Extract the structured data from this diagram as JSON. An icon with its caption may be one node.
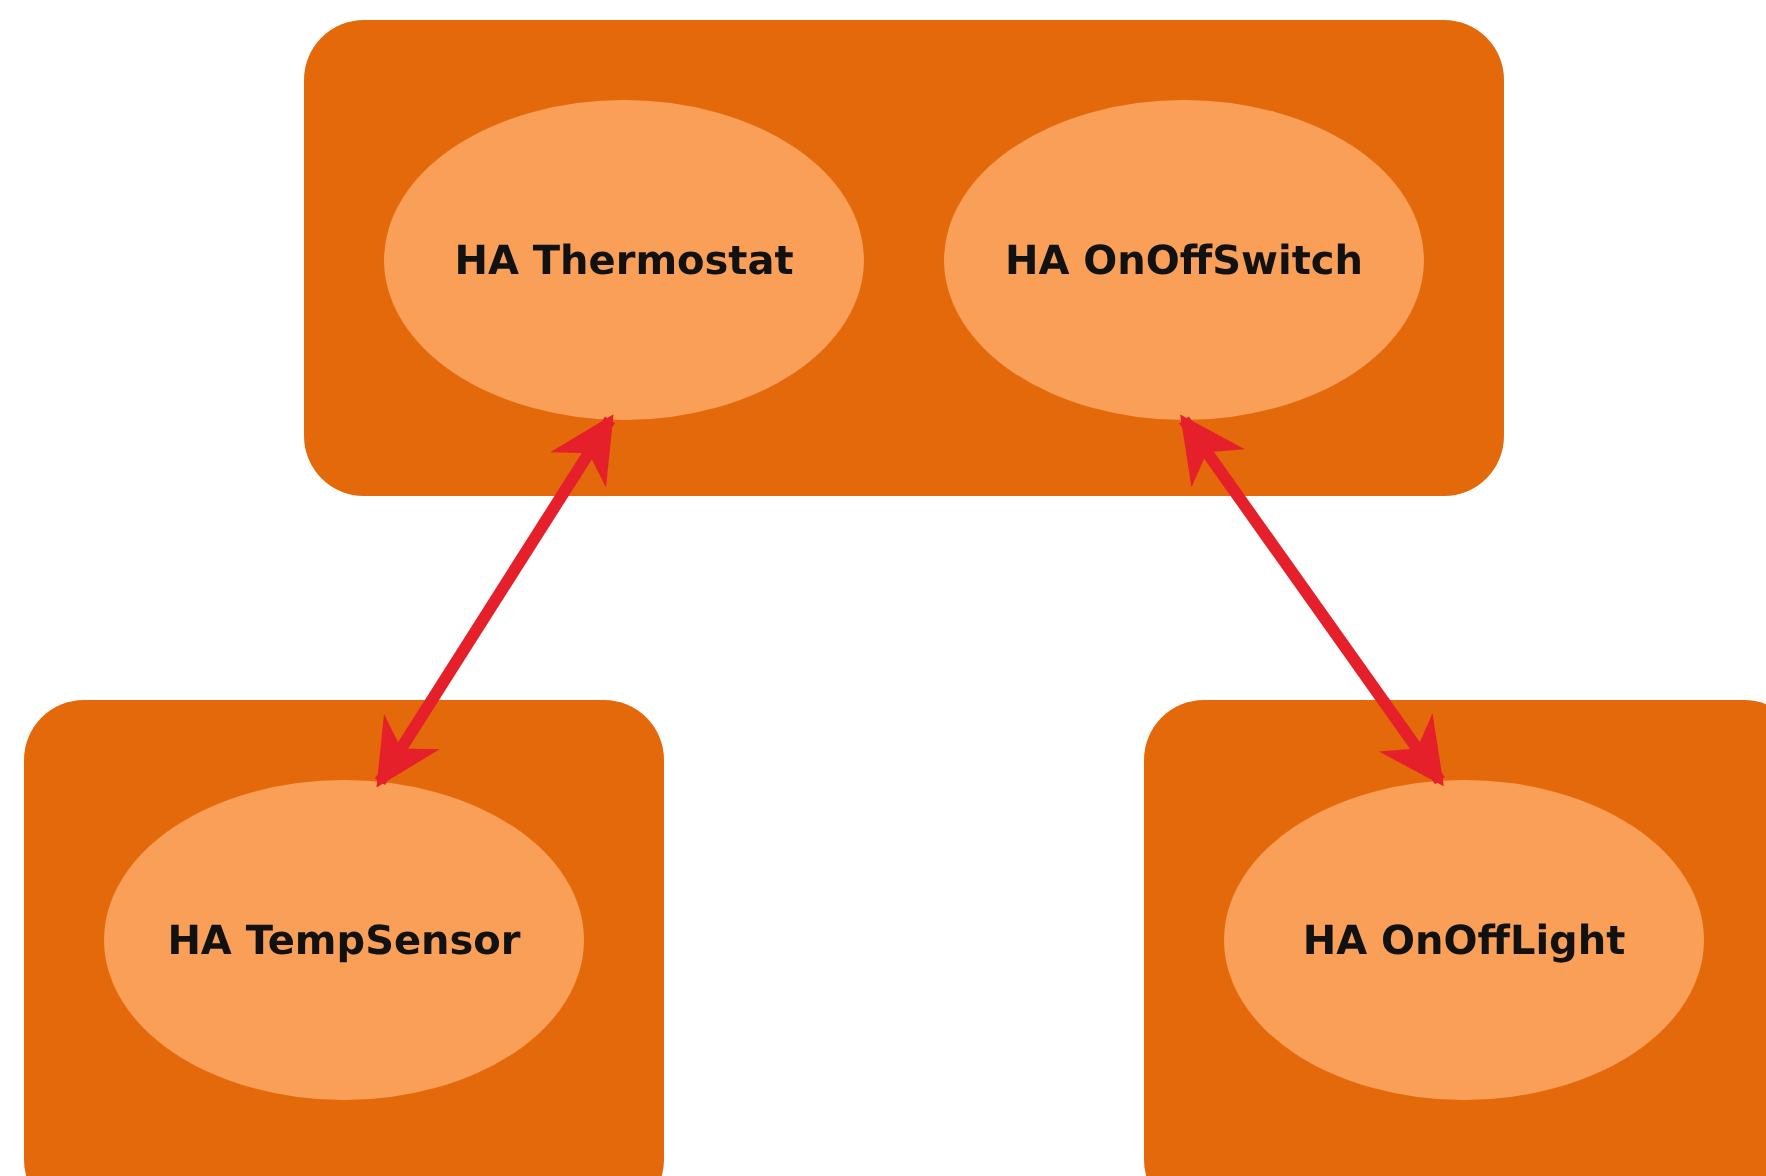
{
  "diagram": {
    "nodes": [
      {
        "text": [],
        "shape": "box"
      },
      {
        "text": [
          "HA Thermostat"
        ],
        "in": 0
      },
      {
        "text": [
          "HA OnOffSwitch"
        ],
        "in": 0
      },
      {
        "text": [],
        "shape": "box"
      },
      {
        "text": [
          "HA TempSensor"
        ],
        "in": 3
      },
      {
        "text": [],
        "shape": "box"
      },
      {
        "text": [
          "HA OnOffLight"
        ],
        "in": 5
      }
    ],
    "edges": [
      {
        "from": 1,
        "to": 4,
        "arrow": "both"
      },
      {
        "from": 2,
        "to": 6,
        "arrow": "both"
      }
    ]
  }
}
